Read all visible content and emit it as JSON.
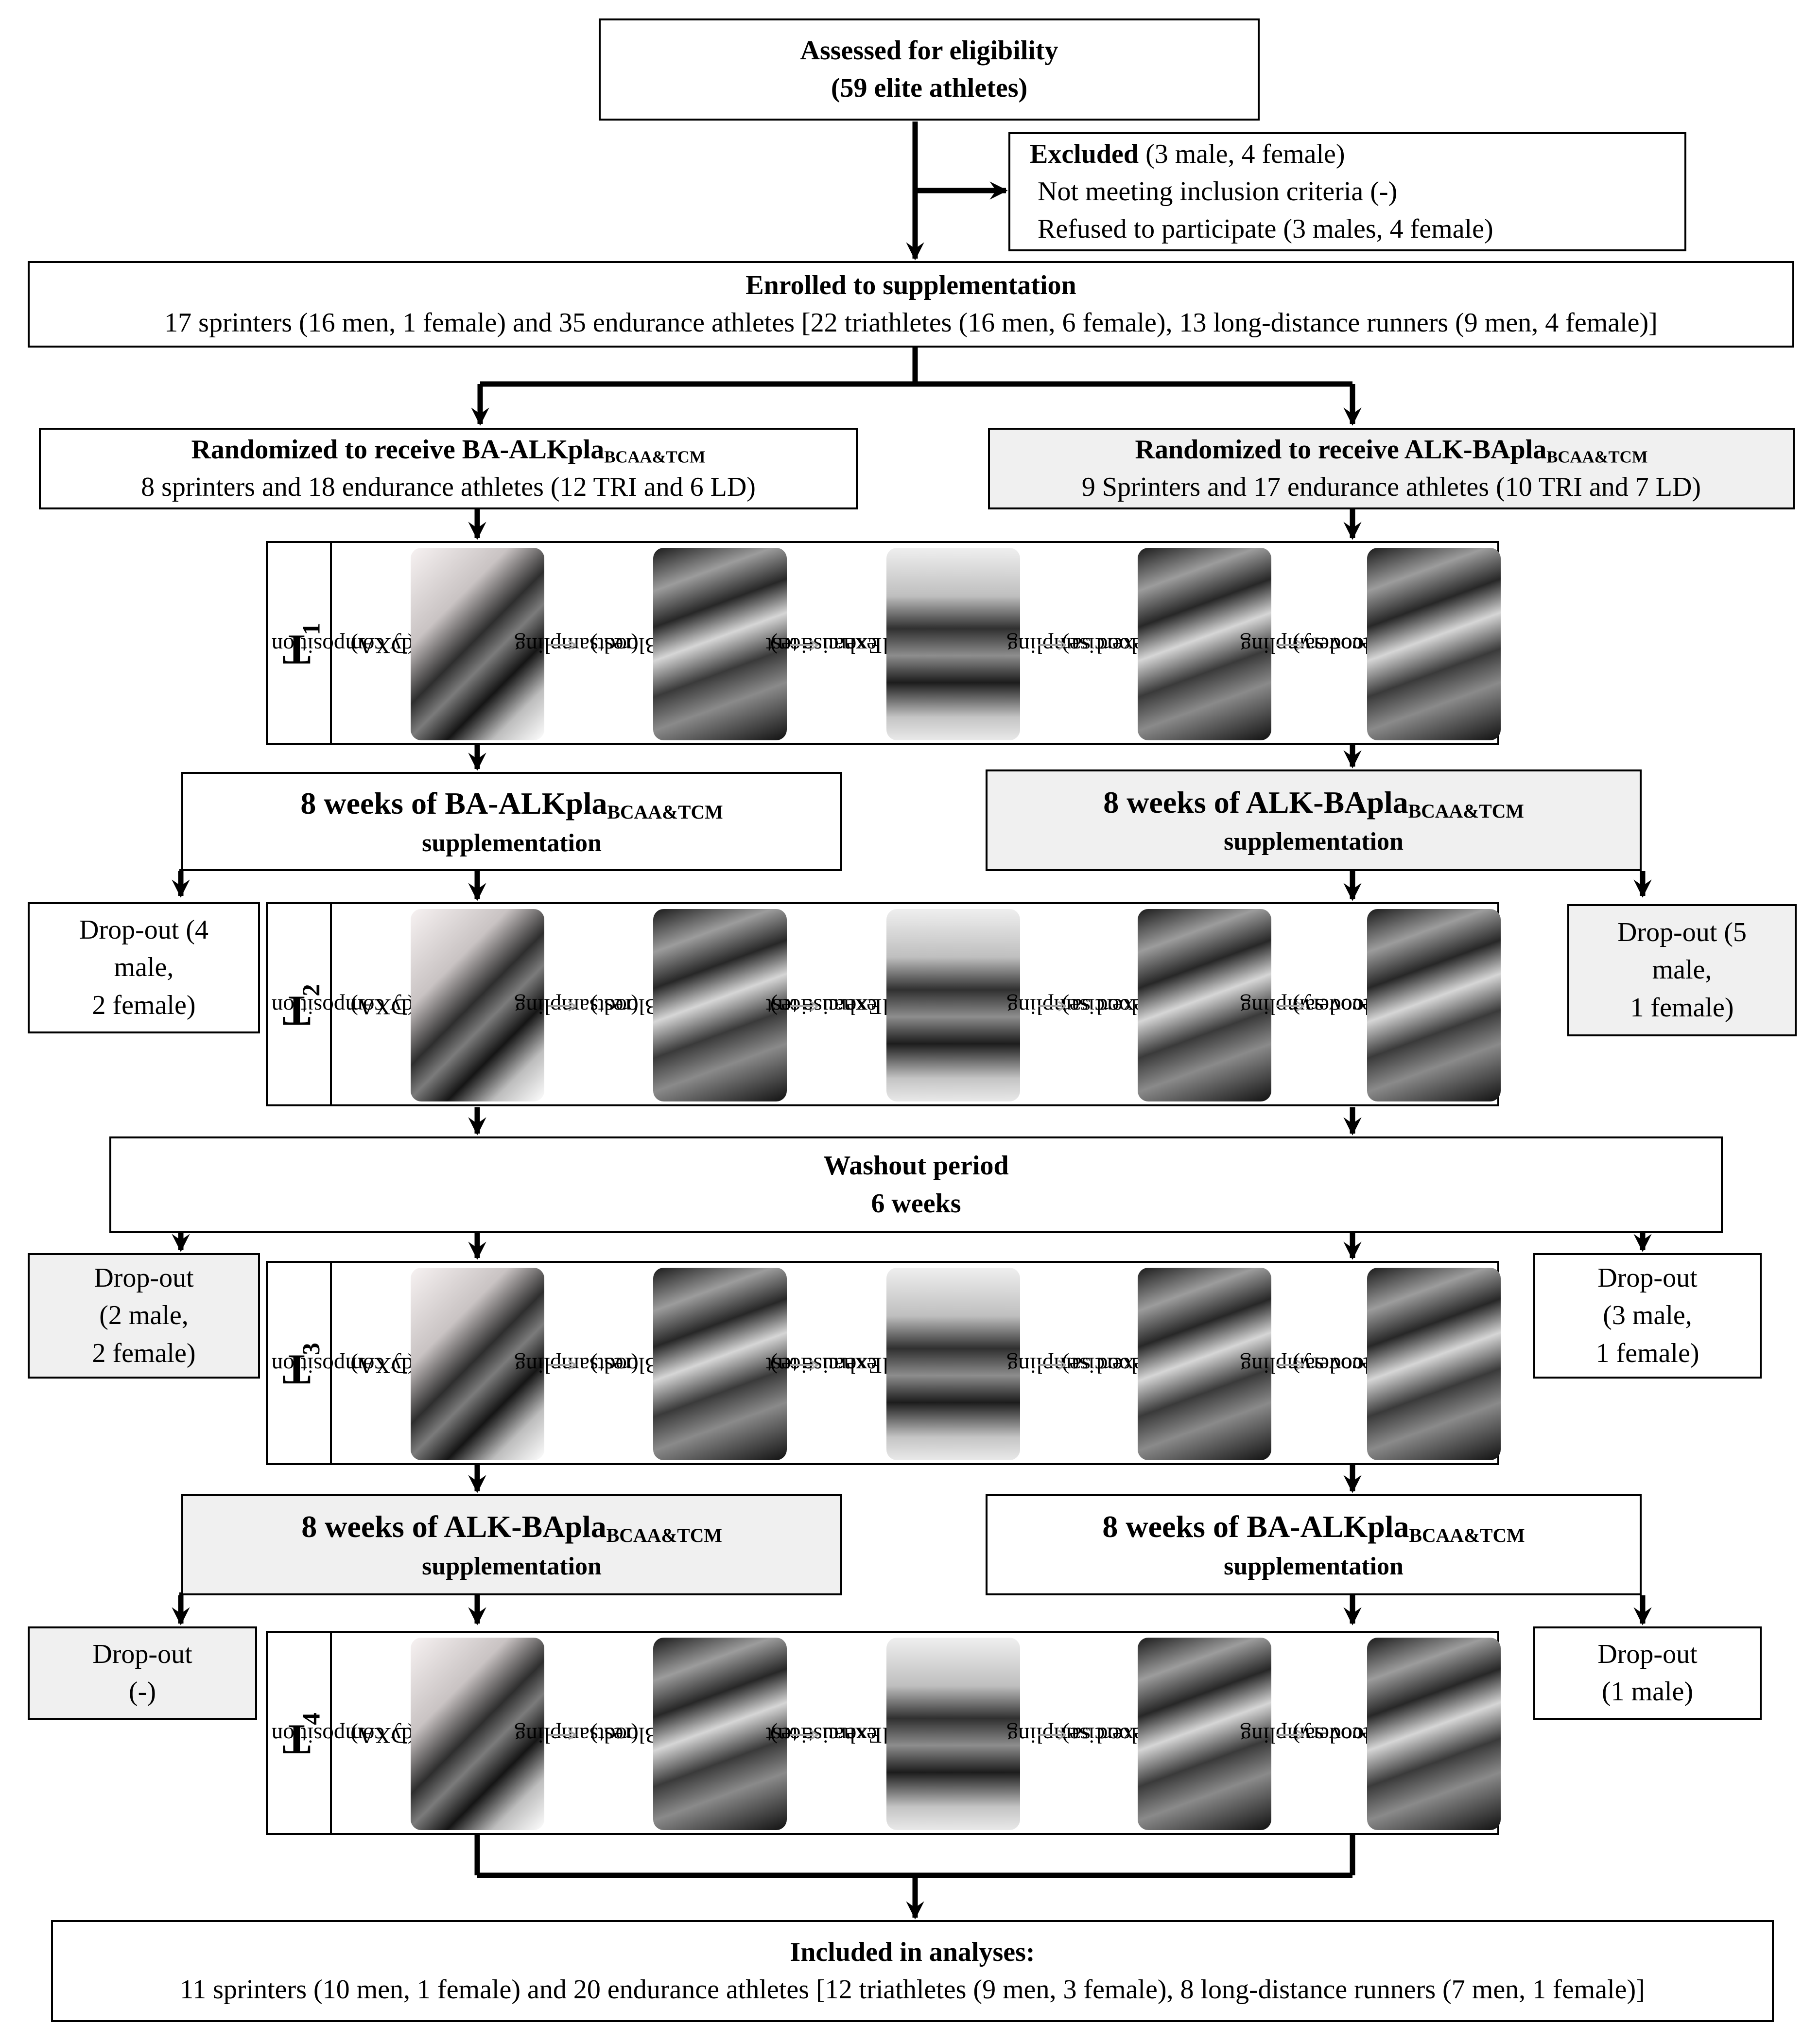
{
  "assessed": {
    "line1": "Assessed for eligibility",
    "line2": "(59 elite athletes)"
  },
  "excluded": {
    "heading": "Excluded",
    "heading_detail": "(3 male,  4 female)",
    "line1": "Not meeting  inclusion  criteria  (-)",
    "line2": "Refused to participate  (3 males,  4 female)"
  },
  "enrolled": {
    "title": "Enrolled to supplementation",
    "detail": "17 sprinters  (16 men,  1 female)  and 35 endurance  athletes  [22 triathletes  (16 men,  6 female),  13 long-distance  runners  (9 men,  4 female)]"
  },
  "randomized_left": {
    "title": "Randomized  to receive BA-ALKpla",
    "title_sub": "BCAA&TCM",
    "detail": "8 sprinters  and 18 endurance  athletes  (12 TRI and 6 LD)"
  },
  "randomized_right": {
    "title": "Randomized  to receive ALK-BApla",
    "title_sub": "BCAA&TCM",
    "detail": "9 Sprinters  and 17 endurance  athletes  (10 TRI and 7 LD)"
  },
  "test_steps": [
    "Body composition",
    "(DXA)",
    "Blood sampling",
    "(rest)",
    "Exercise test",
    "(until exhaustion)",
    "Blood sampling",
    "(exercise)",
    "Blood sampling",
    "(recovery)"
  ],
  "timepoints": [
    {
      "letter": "T",
      "index": "1"
    },
    {
      "letter": "T",
      "index": "2"
    },
    {
      "letter": "T",
      "index": "3"
    },
    {
      "letter": "T",
      "index": "4"
    }
  ],
  "supp_p1_left": {
    "title": "8 weeks of BA-ALKpla",
    "title_sub": "BCAA&TCM",
    "line2": "supplementation"
  },
  "supp_p1_right": {
    "title": "8 weeks of ALK-BApla",
    "title_sub": "BCAA&TCM",
    "line2": "supplementation"
  },
  "supp_p2_left": {
    "title": "8 weeks of ALK-BApla",
    "title_sub": "BCAA&TCM",
    "line2": "supplementation"
  },
  "supp_p2_right": {
    "title": "8 weeks of BA-ALKpla",
    "title_sub": "BCAA&TCM",
    "line2": "supplementation"
  },
  "washout": {
    "line1": "Washout period",
    "line2": "6 weeks"
  },
  "dropouts": {
    "left_after_p1": {
      "line1": "Drop-out (4",
      "line2": "male,",
      "line3": "2 female)"
    },
    "right_after_p1": {
      "line1": "Drop-out (5",
      "line2": "male,",
      "line3": "1 female)"
    },
    "left_washout": {
      "line1": "Drop-out",
      "line2": "(2 male,",
      "line3": "2 female)"
    },
    "right_washout": {
      "line1": "Drop-out",
      "line2": "(3 male,",
      "line3": "1 female)"
    },
    "left_after_p2": {
      "line1": "Drop-out",
      "line2": "(-)"
    },
    "right_after_p2": {
      "line1": "Drop-out",
      "line2": "(1 male)"
    }
  },
  "included": {
    "title": "Included  in analyses:",
    "detail": "11 sprinters  (10 men,  1 female)  and 20 endurance  athletes  [12 triathletes  (9 men,  3 female),  8 long-distance  runners  (7 men,  1 female)]"
  },
  "colors": {
    "line": "#000000",
    "shaded_box": "#f0f0f0",
    "step_arrow": "#a6a6a6"
  }
}
